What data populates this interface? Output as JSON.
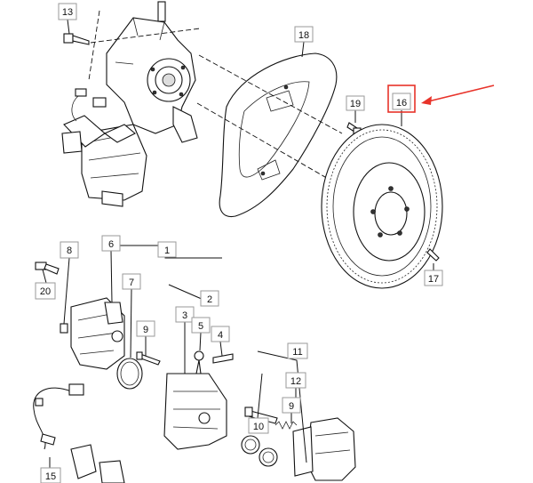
{
  "callouts": {
    "c13": "13",
    "c18": "18",
    "c19": "19",
    "c16": "16",
    "c17": "17",
    "c8": "8",
    "c6": "6",
    "c1": "1",
    "c20": "20",
    "c7": "7",
    "c2": "2",
    "c3": "3",
    "c5": "5",
    "c9a": "9",
    "c4": "4",
    "c11": "11",
    "c12": "12",
    "c9b": "9",
    "c10": "10",
    "c15": "15"
  },
  "colors": {
    "highlight": "#e8332a"
  },
  "highlighted_part": "16"
}
